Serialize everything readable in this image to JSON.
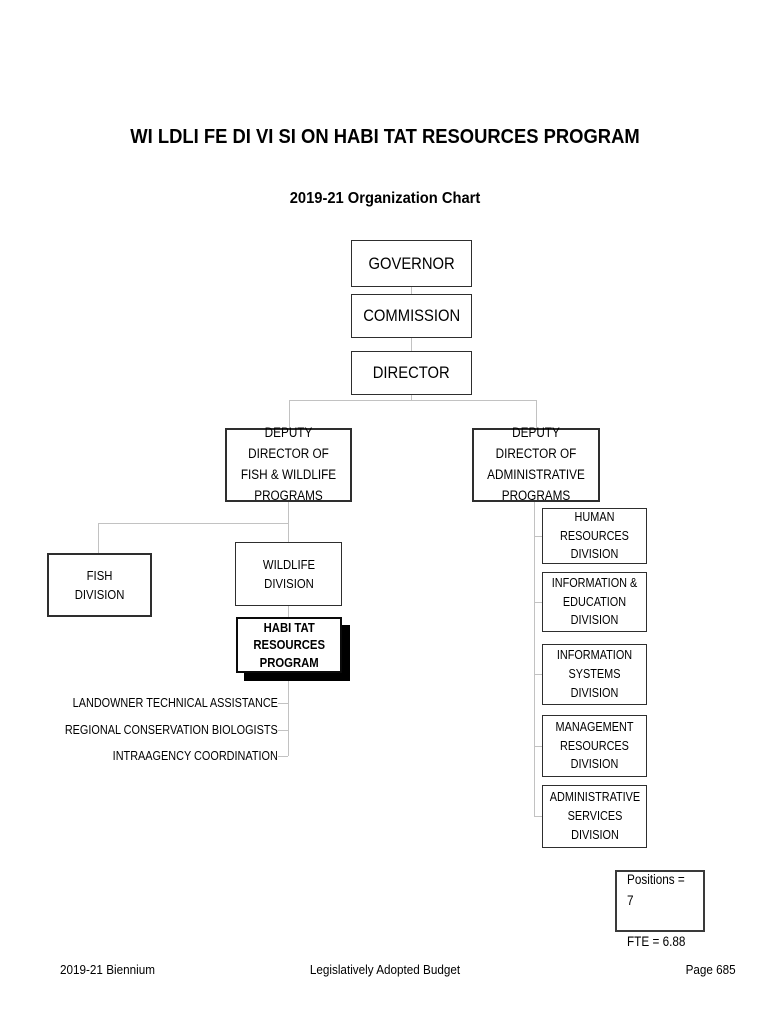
{
  "page": {
    "title": "WI LDLI FE DI VI SI ON HABI TAT RESOURCES PROGRAM",
    "subtitle": "2019-21 Organization Chart",
    "footer": {
      "left": "2019-21 Biennium",
      "center": "Legislatively Adopted Budget",
      "right": "Page 685"
    }
  },
  "chart": {
    "governor": {
      "label": "GOVERNOR"
    },
    "commission": {
      "label": "COMMISSION"
    },
    "director": {
      "label": "DIRECTOR"
    },
    "deputy_fish_wildlife": {
      "label": "DEPUTY DIRECTOR OF\nFISH & WILDLIFE\nPROGRAMS"
    },
    "deputy_admin": {
      "label": "DEPUTY DIRECTOR OF\nADMINISTRATIVE\nPROGRAMS"
    },
    "fish_division": {
      "label": "FISH\nDIVISION"
    },
    "wildlife_division": {
      "label": "WILDLIFE\nDIVISION"
    },
    "habitat_program": {
      "label": "HABI TAT\nRESOURCES\nPROGRAM"
    },
    "program_items": [
      "LANDOWNER TECHNICAL ASSISTANCE",
      "REGIONAL CONSERVATION BIOLOGISTS",
      "INTRAAGENCY COORDINATION"
    ],
    "admin_divisions": [
      "HUMAN RESOURCES\nDIVISION",
      "INFORMATION &\nEDUCATION DIVISION",
      "INFORMATION\nSYSTEMS DIVISION",
      "MANAGEMENT\nRESOURCES DIVISION",
      "ADMINISTRATIVE\nSERVICES DIVISION"
    ],
    "stats": {
      "positions_label": "Positions = 7",
      "fte_label": "FTE = 6.88"
    },
    "colors": {
      "box_border": "#2e2e2e",
      "connector": "#c2c2c2",
      "shadow": "#000000",
      "background": "#ffffff",
      "text": "#000000"
    }
  }
}
